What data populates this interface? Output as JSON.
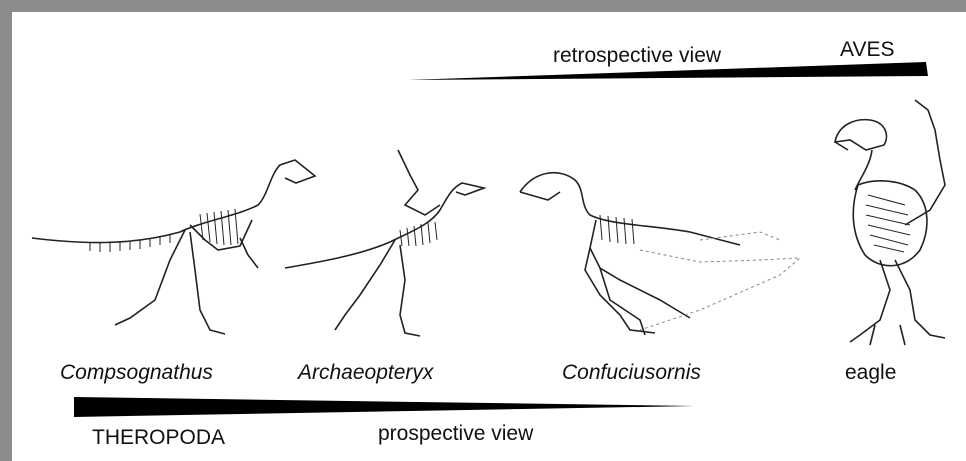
{
  "diagram": {
    "top_arrow_label": "retrospective view",
    "top_group_label": "AVES",
    "bottom_group_label": "THEROPODA",
    "bottom_arrow_label": "prospective view",
    "taxa": [
      {
        "name": "Compsognathus",
        "italic": true
      },
      {
        "name": "Archaeopteryx",
        "italic": true
      },
      {
        "name": "Confuciusornis",
        "italic": true
      },
      {
        "name": "eagle",
        "italic": false
      }
    ]
  },
  "colors": {
    "frame": "#8c8c8c",
    "ink": "#111111",
    "wedge": "#000000"
  }
}
